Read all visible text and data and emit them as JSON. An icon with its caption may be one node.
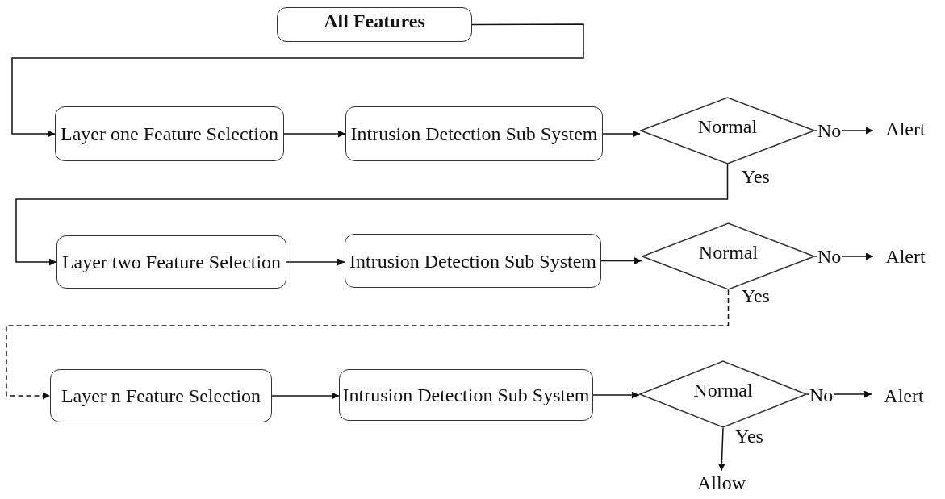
{
  "diagram": {
    "nodes": [
      {
        "text": [
          "All Features"
        ]
      },
      {
        "text": [
          "Layer one Feature Selection"
        ]
      },
      {
        "text": [
          "Intrusion Detection Sub System"
        ]
      },
      {
        "text": [
          "Normal"
        ]
      },
      {
        "text": [
          "Alert"
        ]
      },
      {
        "text": [
          "Layer two Feature Selection"
        ]
      },
      {
        "text": [
          "Intrusion Detection Sub System"
        ]
      },
      {
        "text": [
          "Normal"
        ]
      },
      {
        "text": [
          "Alert"
        ]
      },
      {
        "text": [
          "Layer n Feature Selection"
        ]
      },
      {
        "text": [
          "Intrusion Detection Sub System"
        ]
      },
      {
        "text": [
          "Normal"
        ]
      },
      {
        "text": [
          "Alert"
        ]
      },
      {
        "text": [
          "Allow"
        ]
      }
    ],
    "edges": [
      {
        "from": 0,
        "to": 1,
        "arrow": "to"
      },
      {
        "from": 1,
        "to": 2,
        "arrow": "to"
      },
      {
        "from": 2,
        "to": 3,
        "arrow": "to"
      },
      {
        "from": 3,
        "to": 4,
        "arrow": "to",
        "label": "No"
      },
      {
        "from": 3,
        "to": 5,
        "arrow": "to",
        "label": "Yes"
      },
      {
        "from": 5,
        "to": 6,
        "arrow": "to"
      },
      {
        "from": 6,
        "to": 7,
        "arrow": "to"
      },
      {
        "from": 7,
        "to": 8,
        "arrow": "to",
        "label": "No"
      },
      {
        "from": 7,
        "to": 9,
        "arrow": "to",
        "label": "Yes",
        "style": "dashed"
      },
      {
        "from": 9,
        "to": 10,
        "arrow": "to"
      },
      {
        "from": 10,
        "to": 11,
        "arrow": "to"
      },
      {
        "from": 11,
        "to": 12,
        "arrow": "to",
        "label": "No"
      },
      {
        "from": 11,
        "to": 13,
        "arrow": "to",
        "label": "Yes"
      }
    ]
  }
}
